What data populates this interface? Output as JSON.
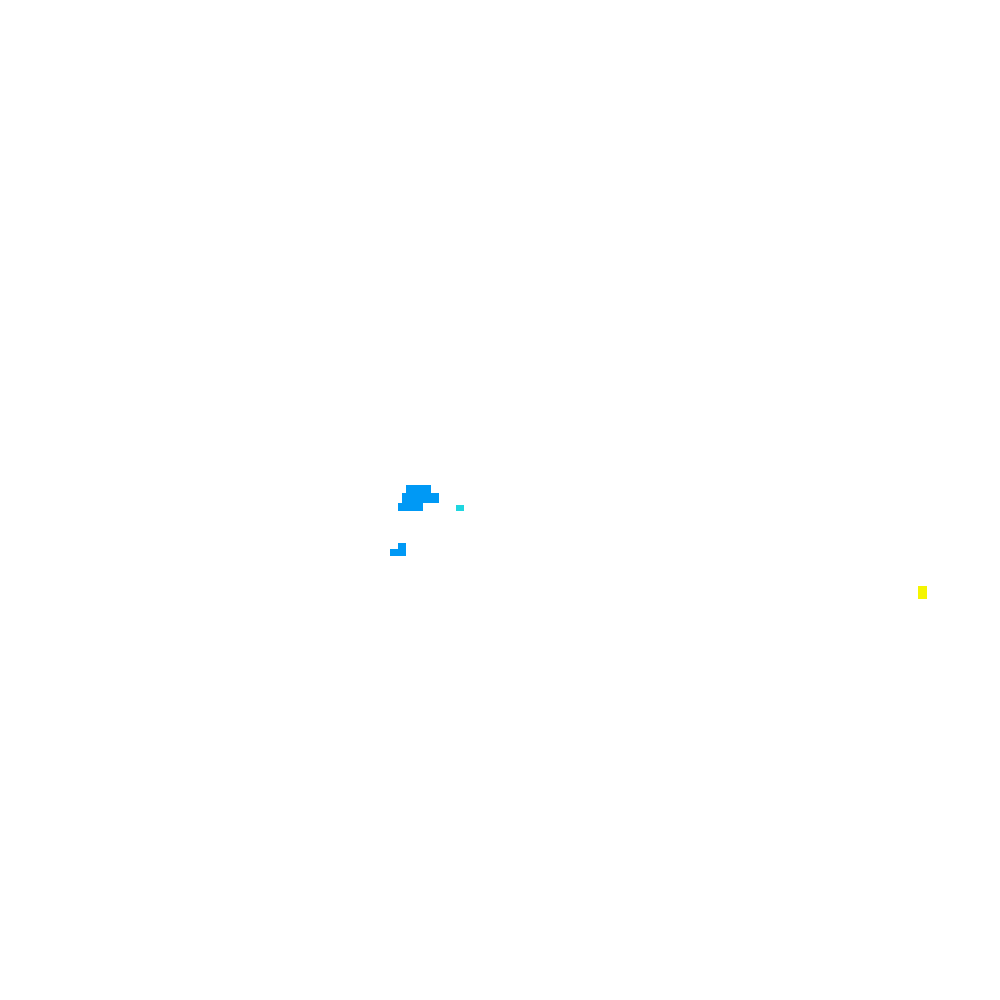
{
  "colors": {
    "background": "#ffffff",
    "blob_blue": "#0099f5",
    "dot_cyan": "#1ed6e0",
    "dot_yellow": "#f5f500"
  },
  "marks": [
    {
      "name": "blue-blob",
      "color_key": "blob_blue"
    },
    {
      "name": "cyan-dot",
      "color_key": "dot_cyan"
    },
    {
      "name": "blue-corner-mark",
      "color_key": "blob_blue"
    },
    {
      "name": "yellow-dot",
      "color_key": "dot_yellow"
    }
  ]
}
